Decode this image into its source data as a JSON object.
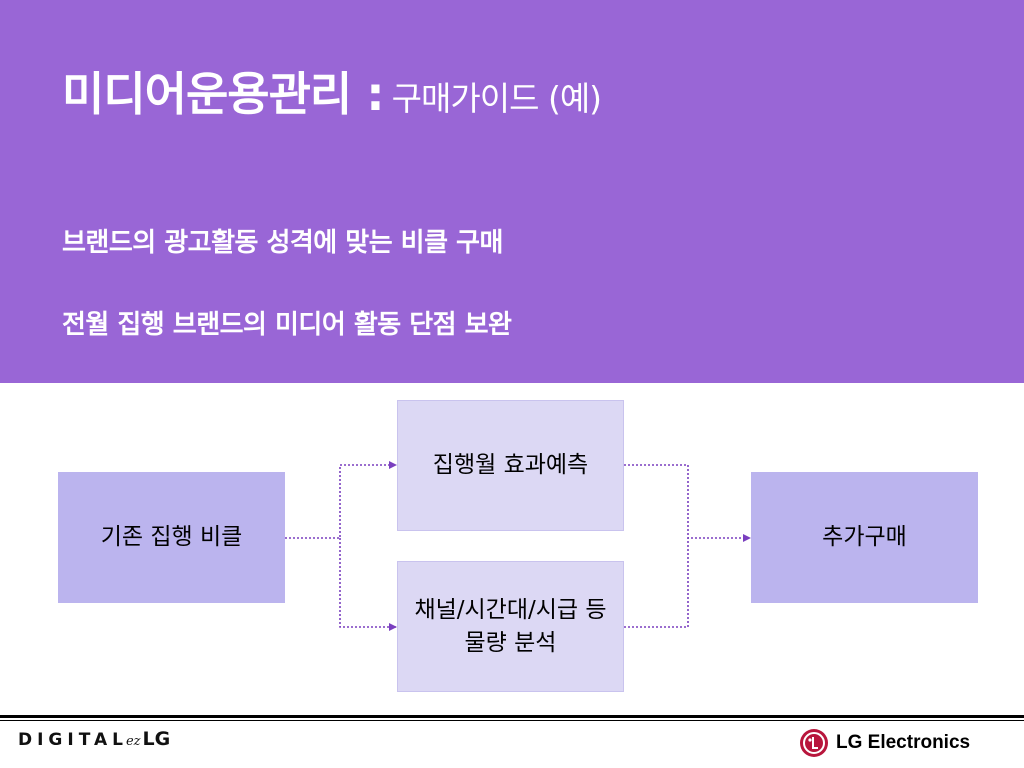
{
  "slide": {
    "title": "미디어운용관리 :",
    "subtitle": "구매가이드 (예)",
    "bullets": [
      "브랜드의 광고활동 성격에 맞는 비클 구매",
      "전월 집행 브랜드의 미디어 활동 단점 보완"
    ]
  },
  "diagram": {
    "nodes": {
      "existing": "기존  집행  비클",
      "effect": "집행월  효과예측",
      "analysis": "채널/시간대/시급  등\n물량  분석",
      "additional": "추가구매"
    },
    "edges": [
      {
        "from": "existing",
        "to": "effect",
        "style": "dotted-arrow"
      },
      {
        "from": "existing",
        "to": "analysis",
        "style": "dotted-arrow"
      },
      {
        "from": "effect",
        "to": "additional",
        "style": "dotted-arrow"
      },
      {
        "from": "analysis",
        "to": "additional",
        "style": "dotted-arrow"
      }
    ],
    "colors": {
      "header": "#9966d6",
      "box_dark": "#bbb4ee",
      "box_light": "#dcd8f4",
      "connector": "#7a3fbf"
    }
  },
  "footer": {
    "left_logo": {
      "prefix": "DIGITAL",
      "ez": "ez",
      "brand": "LG"
    },
    "right_logo": {
      "icon": "lg-face-logo-icon",
      "text": "LG Electronics"
    }
  }
}
